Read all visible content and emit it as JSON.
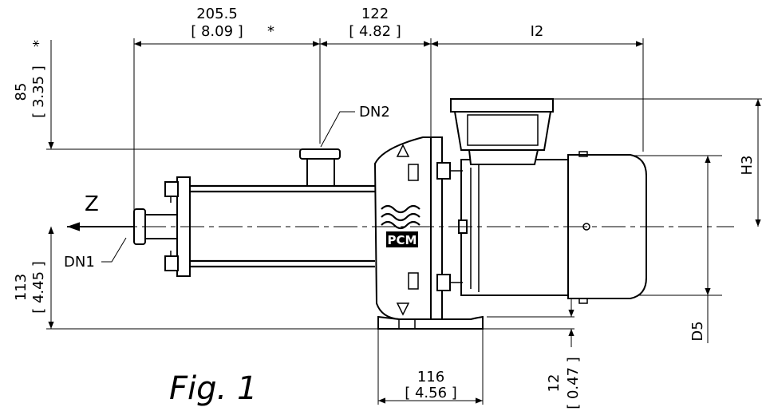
{
  "dimensions": {
    "top_left": {
      "value": "205.5",
      "inch": "[ 8.09 ]",
      "mark": "*"
    },
    "top_mid": {
      "value": "122",
      "inch": "[ 4.82 ]"
    },
    "top_right": {
      "value": "I2"
    },
    "left_upper": {
      "value": "85",
      "inch": "[ 3.35 ]",
      "mark": "*"
    },
    "left_lower": {
      "value": "113",
      "inch": "[ 4.45 ]"
    },
    "bottom_mid": {
      "value": "116",
      "inch": "[ 4.56 ]"
    },
    "bottom_right": {
      "value": "12",
      "inch": "[ 0.47 ]"
    },
    "right_h3": {
      "value": "H3"
    },
    "right_d5": {
      "value": "D5"
    }
  },
  "labels": {
    "dn1": "DN1",
    "dn2": "DN2",
    "z": "Z",
    "logo": "PCM"
  },
  "figure_caption": "Fig. 1",
  "icons": [
    "pcm-logo",
    "arrow-left-icon"
  ]
}
